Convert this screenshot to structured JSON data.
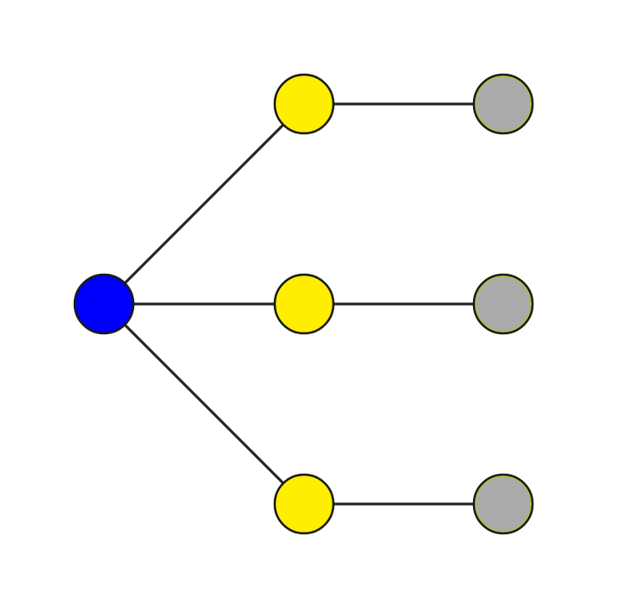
{
  "diagram": {
    "type": "tree-graph",
    "colors": {
      "edge": "#222222",
      "node_stroke": "#1a1a1a",
      "root": "#0000ff",
      "middle": "#ffee00",
      "leaf": "#aaaaaa",
      "leaf_inner_ring": "#a8d400"
    },
    "nodes": [
      {
        "id": "root",
        "group": "root"
      },
      {
        "id": "mid-top",
        "group": "middle"
      },
      {
        "id": "mid-center",
        "group": "middle"
      },
      {
        "id": "mid-bottom",
        "group": "middle"
      },
      {
        "id": "leaf-top",
        "group": "leaf"
      },
      {
        "id": "leaf-center",
        "group": "leaf"
      },
      {
        "id": "leaf-bottom",
        "group": "leaf"
      }
    ],
    "edges": [
      [
        "root",
        "mid-top"
      ],
      [
        "root",
        "mid-center"
      ],
      [
        "root",
        "mid-bottom"
      ],
      [
        "mid-top",
        "leaf-top"
      ],
      [
        "mid-center",
        "leaf-center"
      ],
      [
        "mid-bottom",
        "leaf-bottom"
      ]
    ]
  }
}
